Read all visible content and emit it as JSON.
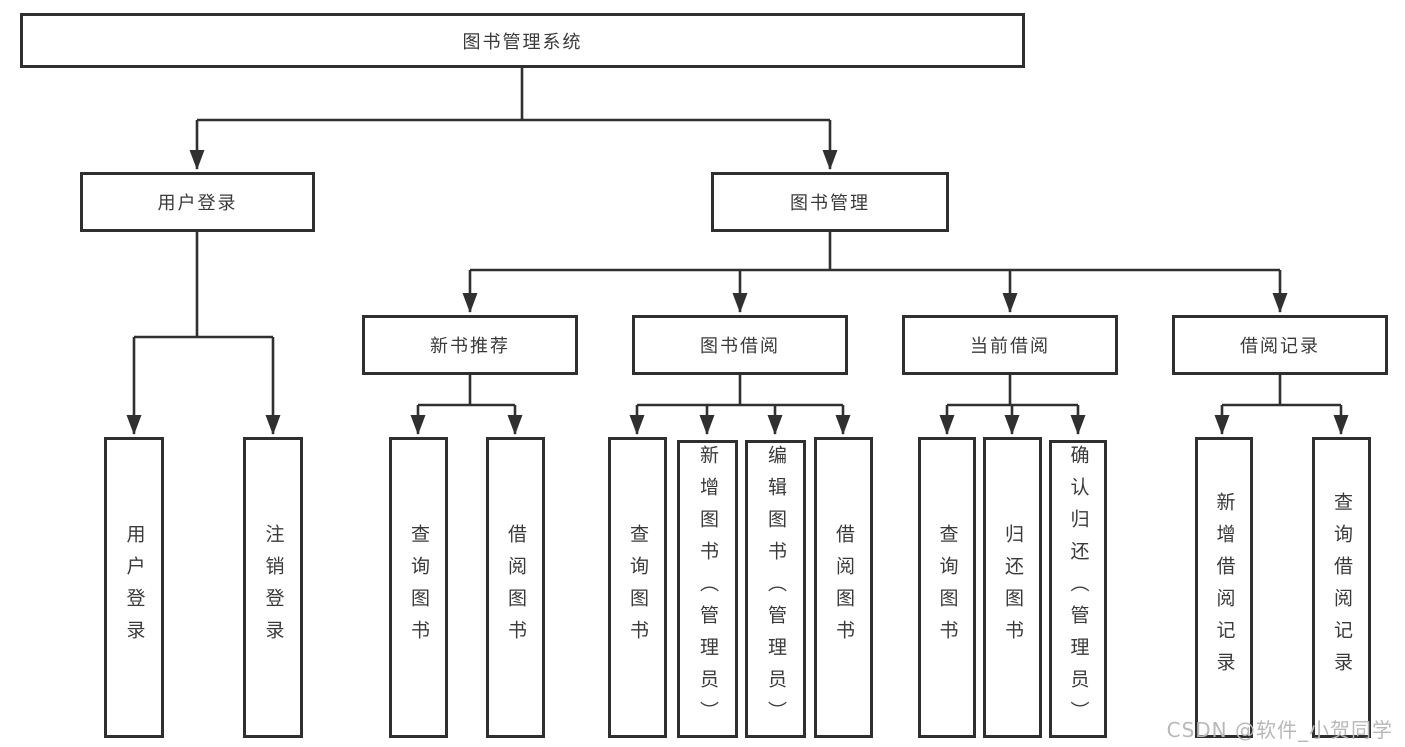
{
  "colors": {
    "line": "#303030",
    "box_border": "#2f2f2f",
    "text": "#3a3a3a",
    "background": "#ffffff",
    "watermark": "#b8b8b8"
  },
  "watermark": {
    "text": "CSDN @软件_小贺同学"
  },
  "tree": {
    "label": "图书管理系统",
    "children": [
      {
        "label": "用户登录",
        "children": [
          {
            "label": "用户登录"
          },
          {
            "label": "注销登录"
          }
        ]
      },
      {
        "label": "图书管理",
        "children": [
          {
            "label": "新书推荐",
            "children": [
              {
                "label": "查询图书"
              },
              {
                "label": "借阅图书"
              }
            ]
          },
          {
            "label": "图书借阅",
            "children": [
              {
                "label": "查询图书"
              },
              {
                "label": "新增图书（管理员）"
              },
              {
                "label": "编辑图书（管理员）"
              },
              {
                "label": "借阅图书"
              }
            ]
          },
          {
            "label": "当前借阅",
            "children": [
              {
                "label": "查询图书"
              },
              {
                "label": "归还图书"
              },
              {
                "label": "确认归还（管理员）"
              }
            ]
          },
          {
            "label": "借阅记录",
            "children": [
              {
                "label": "新增借阅记录"
              },
              {
                "label": "查询借阅记录"
              }
            ]
          }
        ]
      }
    ]
  }
}
